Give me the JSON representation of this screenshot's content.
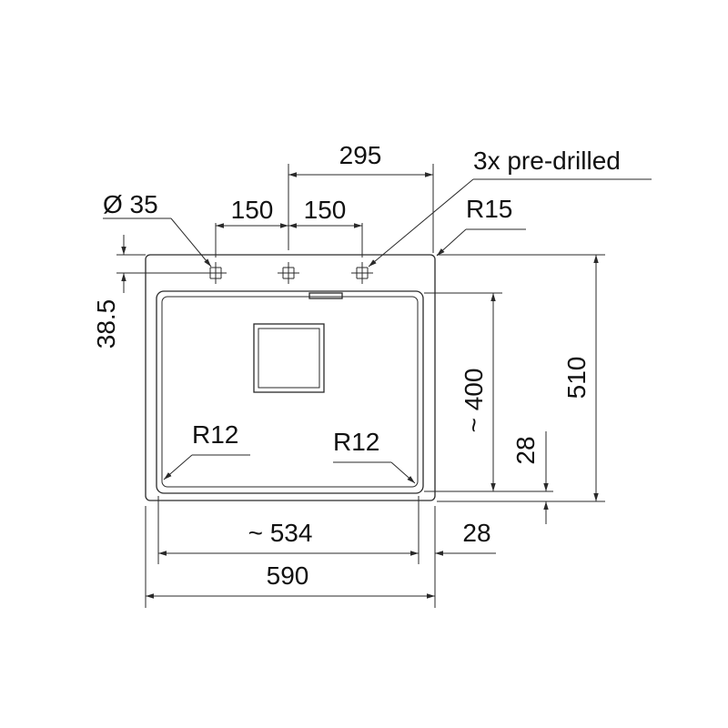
{
  "dimensions": {
    "span_295": "295",
    "hole_note": "3x pre-drilled",
    "hole_diameter": "Ø 35",
    "spacing_left": "150",
    "spacing_right": "150",
    "outer_radius": "R15",
    "edge_offset": "38.5",
    "bowl_depth": "~ 400",
    "overall_depth": "510",
    "bottom_margin": "28",
    "inner_radius_left": "R12",
    "inner_radius_right": "R12",
    "bowl_width": "~ 534",
    "side_margin": "28",
    "overall_width": "590"
  },
  "colors": {
    "line": "#2a2a2a",
    "text": "#111111",
    "background": "#ffffff"
  }
}
